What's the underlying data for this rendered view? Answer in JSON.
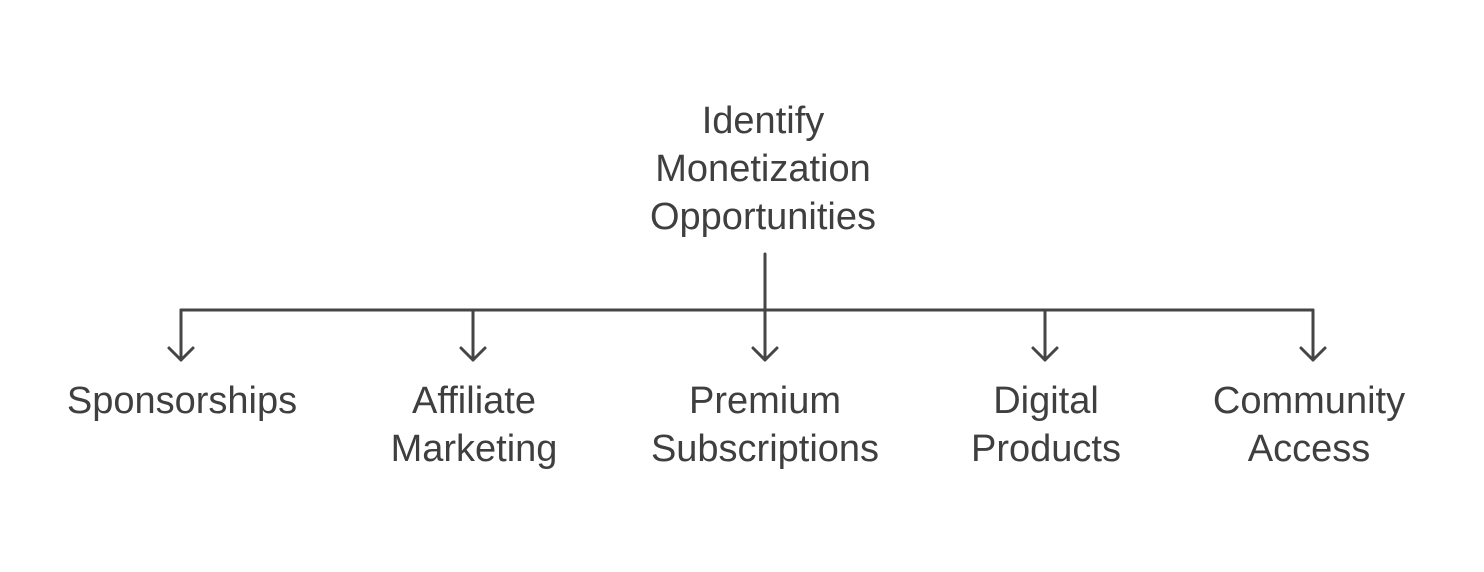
{
  "root": {
    "lines": [
      "Identify",
      "Monetization",
      "Opportunities"
    ]
  },
  "children": [
    {
      "lines": [
        "Sponsorships"
      ]
    },
    {
      "lines": [
        "Affiliate",
        "Marketing"
      ]
    },
    {
      "lines": [
        "Premium",
        "Subscriptions"
      ]
    },
    {
      "lines": [
        "Digital",
        "Products"
      ]
    },
    {
      "lines": [
        "Community",
        "Access"
      ]
    }
  ],
  "colors": {
    "text": "#3f3f3f",
    "connector": "#454545",
    "background": "#ffffff"
  }
}
